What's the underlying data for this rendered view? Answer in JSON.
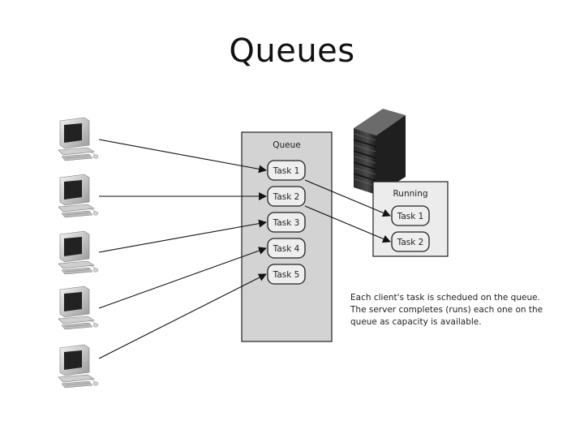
{
  "title": "Queues",
  "queue": {
    "label": "Queue",
    "tasks": [
      "Task 1",
      "Task 2",
      "Task 3",
      "Task 4",
      "Task 5"
    ]
  },
  "running": {
    "label": "Running",
    "tasks": [
      "Task 1",
      "Task 2"
    ]
  },
  "caption": [
    "Each client's task is schedued on the queue.",
    "The server completes (runs) each one on the",
    "queue as capacity is available."
  ],
  "icons": {
    "client": "desktop-computer-icon",
    "server": "server-rack-icon"
  },
  "colors": {
    "queue_fill": "#d3d3d3",
    "running_fill": "#ececec",
    "task_fill": "#eeeeee",
    "stroke": "#222222"
  }
}
